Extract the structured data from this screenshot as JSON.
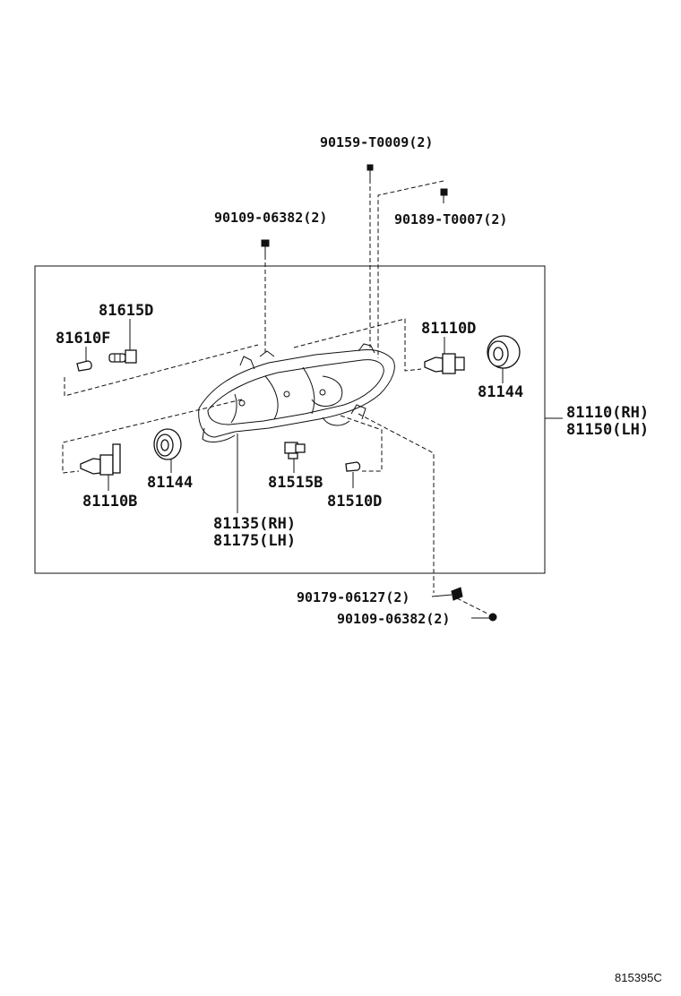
{
  "labels": {
    "p_90159": "90159-T0009(2)",
    "p_90189": "90189-T0007(2)",
    "p_90109_top": "90109-06382(2)",
    "p_81615D": "81615D",
    "p_81610F": "81610F",
    "p_81110D": "81110D",
    "p_81144_right": "81144",
    "p_81110_rh": "81110(RH)",
    "p_81150_lh": "81150(LH)",
    "p_81144_left": "81144",
    "p_81110B": "81110B",
    "p_81515B": "81515B",
    "p_81510D": "81510D",
    "p_81135_rh": "81135(RH)",
    "p_81175_lh": "81175(LH)",
    "p_90179": "90179-06127(2)",
    "p_90109_bottom": "90109-06382(2)"
  },
  "footer": {
    "diagram_code": "815395C"
  }
}
